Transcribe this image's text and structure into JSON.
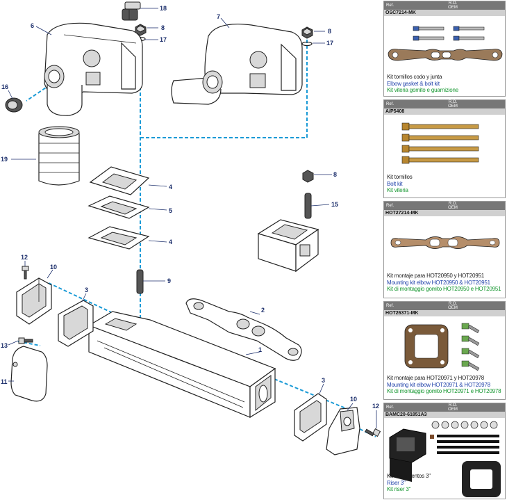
{
  "callouts": {
    "c1": "1",
    "c2": "2",
    "c3a": "3",
    "c3b": "3",
    "c4a": "4",
    "c4b": "4",
    "c5": "5",
    "c6": "6",
    "c7": "7",
    "c8a": "8",
    "c8b": "8",
    "c8c": "8",
    "c9": "9",
    "c10a": "10",
    "c10b": "10",
    "c11": "11",
    "c12a": "12",
    "c12b": "12",
    "c13": "13",
    "c15": "15",
    "c16": "16",
    "c17a": "17",
    "c17b": "17",
    "c18": "18",
    "c19": "19"
  },
  "kits": [
    {
      "ref_label": "Ref.",
      "oem_label_1": "R.O.",
      "oem_label_2": "OEM",
      "code": "OSC7214-MK",
      "desc_es": "Kit tornillos codo y junta",
      "desc_en": "Elbow gasket & bolt kit",
      "desc_it": "Kit viteria gomito e guarnizione"
    },
    {
      "ref_label": "Ref.",
      "oem_label_1": "R.O.",
      "oem_label_2": "OEM",
      "code": "A/P5408",
      "desc_es": "Kit tornillos",
      "desc_en": "Bolt kit",
      "desc_it": "Kit viteria"
    },
    {
      "ref_label": "Ref.",
      "oem_label_1": "R.O.",
      "oem_label_2": "OEM",
      "code": "HOT27214-MK",
      "desc_es": "Kit montaje para HOT20950 y HOT20951",
      "desc_en": "Mounting kit elbow HOT20950 & HOT20951",
      "desc_it": "Kit di montaggio gomito HOT20950 e HOT20951"
    },
    {
      "ref_label": "Ref.",
      "oem_label_1": "R.O.",
      "oem_label_2": "OEM",
      "code": "HOT26371-MK",
      "desc_es": "Kit montaje para HOT20971 y HOT20978",
      "desc_en": "Mounting kit elbow HOT20971 & HOT20978",
      "desc_it": "Kit di montaggio gomito HOT20971 e HOT20978"
    },
    {
      "ref_label": "Ref.",
      "oem_label_1": "R.O.",
      "oem_label_2": "OEM",
      "code": "BAMC20-61851A3",
      "desc_es": "Kit suplementos 3\"",
      "desc_en": "Riser 3\"",
      "desc_it": "Kit riser 3\""
    }
  ],
  "colors": {
    "callout": "#1b2e6b",
    "dash": "#1a9ad6",
    "header": "#777777",
    "code_bar": "#d0d0d0",
    "en_text": "#1d3fa8",
    "it_text": "#13962e"
  }
}
